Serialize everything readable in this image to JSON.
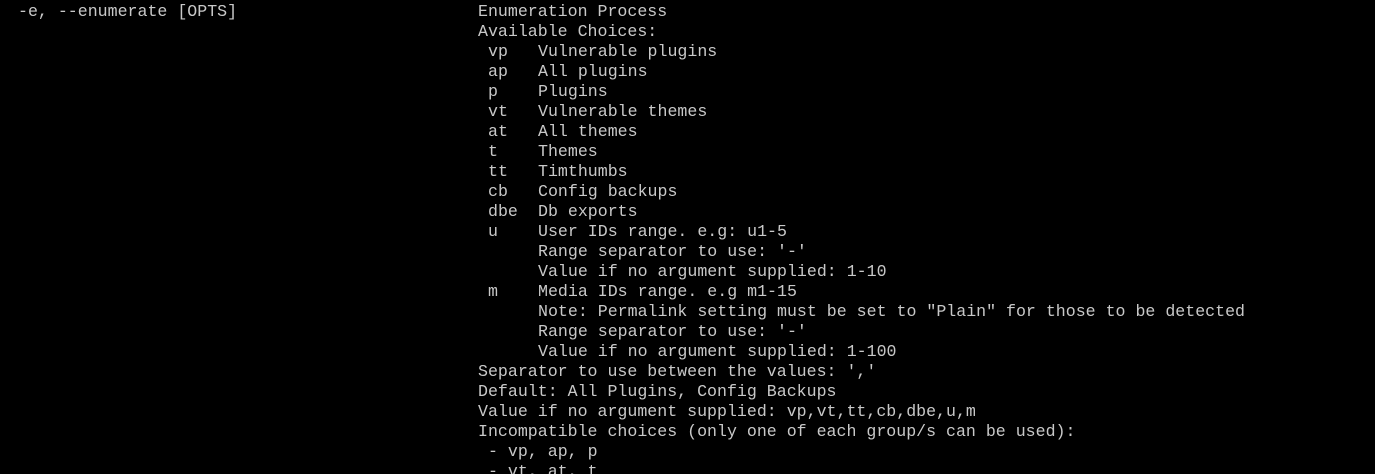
{
  "window": {
    "background": "#000000",
    "text_color": "#c8c8c8"
  },
  "option": {
    "flag": "-e, --enumerate [OPTS]"
  },
  "help": {
    "title": "Enumeration Process",
    "choices_heading": "Available Choices:",
    "choices": [
      {
        "code": "vp",
        "desc": "Vulnerable plugins",
        "notes": []
      },
      {
        "code": "ap",
        "desc": "All plugins",
        "notes": []
      },
      {
        "code": "p",
        "desc": "Plugins",
        "notes": []
      },
      {
        "code": "vt",
        "desc": "Vulnerable themes",
        "notes": []
      },
      {
        "code": "at",
        "desc": "All themes",
        "notes": []
      },
      {
        "code": "t",
        "desc": "Themes",
        "notes": []
      },
      {
        "code": "tt",
        "desc": "Timthumbs",
        "notes": []
      },
      {
        "code": "cb",
        "desc": "Config backups",
        "notes": []
      },
      {
        "code": "dbe",
        "desc": "Db exports",
        "notes": []
      },
      {
        "code": "u",
        "desc": "User IDs range. e.g: u1-5",
        "notes": [
          "Range separator to use: '-'",
          "Value if no argument supplied: 1-10"
        ]
      },
      {
        "code": "m",
        "desc": "Media IDs range. e.g m1-15",
        "notes": [
          "Note: Permalink setting must be set to \"Plain\" for those to be detected",
          "Range separator to use: '-'",
          "Value if no argument supplied: 1-100"
        ]
      }
    ],
    "separator_line": "Separator to use between the values: ','",
    "default_line": "Default: All Plugins, Config Backups",
    "no_arg_line": "Value if no argument supplied: vp,vt,tt,cb,dbe,u,m",
    "incompatible_heading": "Incompatible choices (only one of each group/s can be used):",
    "groups": [
      "- vp, ap, p",
      "- vt, at, t"
    ]
  }
}
